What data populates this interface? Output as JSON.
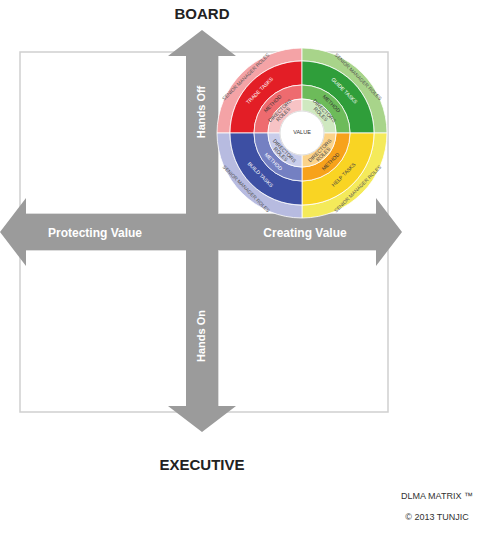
{
  "diagram": {
    "labels": [
      "BOARD",
      "Hands Off",
      "Protecting Value",
      "Creating Value",
      "Hands On",
      "EXECUTIVE",
      "VALUE",
      "SENIOR MANAGER ROLES",
      "TRADE TASKS",
      "METHOD",
      "DIRECTORS ROLES",
      "SENIOR MANAGER ROLES",
      "GUIDE TASKS",
      "METHOD",
      "DIRECTORS ROLES",
      "SENIOR MANAGER ROLES",
      "HELP TASKS",
      "METHOD",
      "DIRECTORS ROLES",
      "SENIOR MANAGER ROLES",
      "BUILD TASKS",
      "METHOD",
      "DIRECTORS ROLES",
      "DLMA MATRIX ™",
      "© 2013 TUNJIC"
    ]
  }
}
